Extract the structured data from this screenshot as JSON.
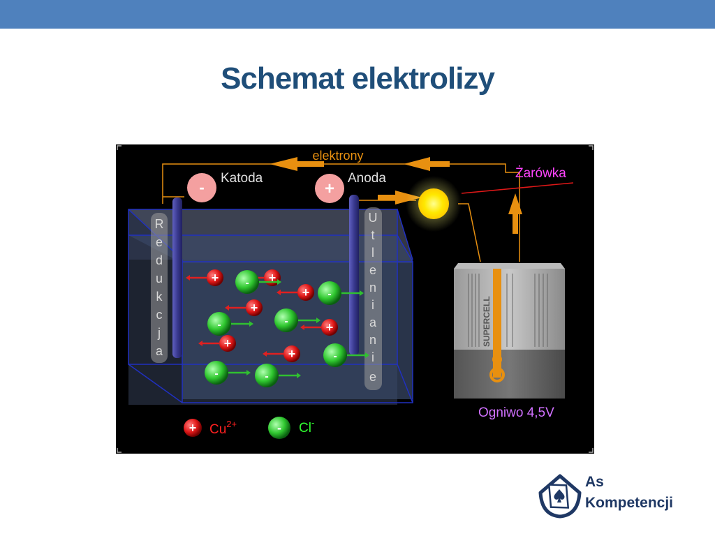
{
  "header": {
    "title": "Schemat elektrolizy"
  },
  "diagram": {
    "electrons_label": "elektrony",
    "cathode_label": "Katoda",
    "anode_label": "Anoda",
    "bulb_label": "Żarówka",
    "reduction_letters": [
      "R",
      "e",
      "d",
      "u",
      "k",
      "c",
      "j",
      "a"
    ],
    "oxidation_letters": [
      "U",
      "t",
      "l",
      "e",
      "n",
      "i",
      "a",
      "n",
      "i",
      "e"
    ],
    "battery_brand": "SUPERCELL",
    "battery_label": "Ogniwo 4,5V",
    "minus_sign": "-",
    "plus_sign": "+",
    "legend": {
      "cation_formula": "Cu",
      "cation_charge": "2+",
      "anion_formula": "Cl",
      "anion_charge": "-"
    },
    "colors": {
      "cation": "#e02020",
      "anion": "#30c030",
      "wire": "#e89010",
      "bulb_label": "#ff44ff",
      "battery_label": "#d070ff",
      "electrode": "#4040a0",
      "cation_legend": "#ff2020",
      "anion_legend": "#30ff30"
    }
  },
  "logo": {
    "line1": "As",
    "line2": "Kompetencji"
  }
}
